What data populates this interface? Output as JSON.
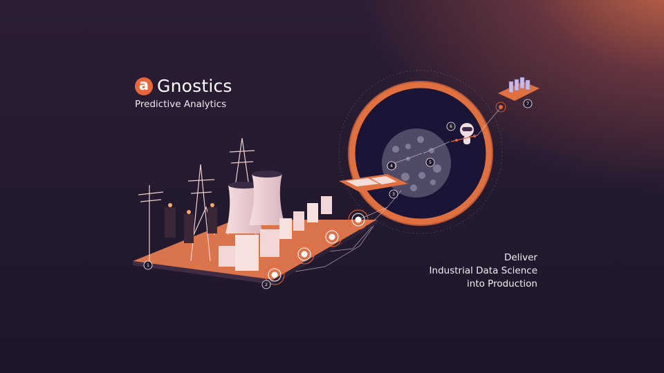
{
  "brand": {
    "logo_letter": "a",
    "name": "Gnostics",
    "subtitle": "Predictive Analytics"
  },
  "tagline": {
    "line1": "Deliver",
    "line2": "Industrial Data Science",
    "line3": "into Production"
  },
  "steps": [
    "1",
    "2",
    "3",
    "4",
    "5",
    "6",
    "7"
  ],
  "colors": {
    "accent": "#e8673a",
    "platform": "#d9744c",
    "background_dark": "#23192f",
    "building_light": "#f3d7d6"
  }
}
